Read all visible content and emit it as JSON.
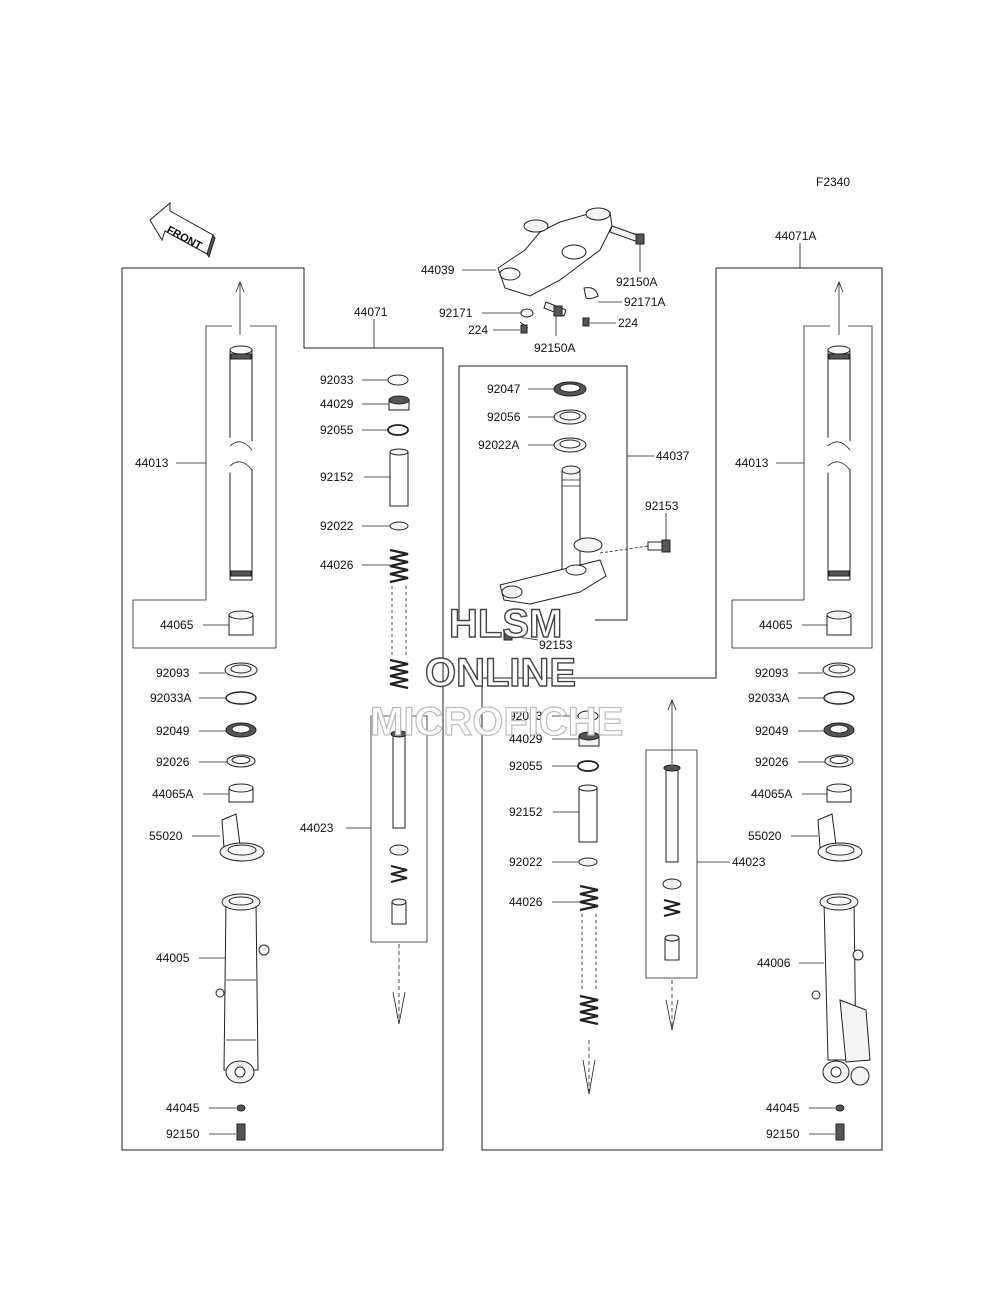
{
  "figure_code": "F2340",
  "front_label": "FRONT",
  "watermark": {
    "line1": "HLSM",
    "line2": "ONLINE",
    "line3": "MICROFICHE"
  },
  "left_assembly": {
    "number": "44071",
    "parts": {
      "tube": "44013",
      "bushing": "44065",
      "seal": "92093",
      "ring": "92033A",
      "oil_seal": "92049",
      "washer": "92026",
      "bushing_a": "44065A",
      "protector": "55020",
      "outer_tube": "44005",
      "gasket": "44045",
      "bolt": "92150"
    },
    "inner": {
      "cap_ring": "92033",
      "cap": "44029",
      "o_ring": "92055",
      "collar": "92152",
      "washer": "92022",
      "spring": "44026",
      "cylinder": "44023"
    }
  },
  "right_assembly": {
    "number": "44071A",
    "parts": {
      "tube": "44013",
      "bushing": "44065",
      "seal": "92093",
      "ring": "92033A",
      "oil_seal": "92049",
      "washer": "92026",
      "bushing_a": "44065A",
      "protector": "55020",
      "outer_tube": "44006",
      "gasket": "44045",
      "bolt": "92150"
    },
    "inner": {
      "cap_ring": "92033",
      "cap": "44029",
      "o_ring": "92055",
      "collar": "92152",
      "washer": "92022",
      "spring": "44026",
      "cylinder": "44023"
    }
  },
  "steering": {
    "upper_bracket": "44039",
    "upper_bolt_a": "92150A",
    "clamp": "92171",
    "clamp_a": "92171A",
    "nut_left": "224",
    "nut_right": "224",
    "lower_bolt_a": "92150A",
    "stem_assembly": "44037",
    "stem_nut": "92047",
    "stem_washer": "92056",
    "stem_washer_a": "92022A",
    "stem_bolt": "92153",
    "stem_bolt_lower": "92153"
  }
}
